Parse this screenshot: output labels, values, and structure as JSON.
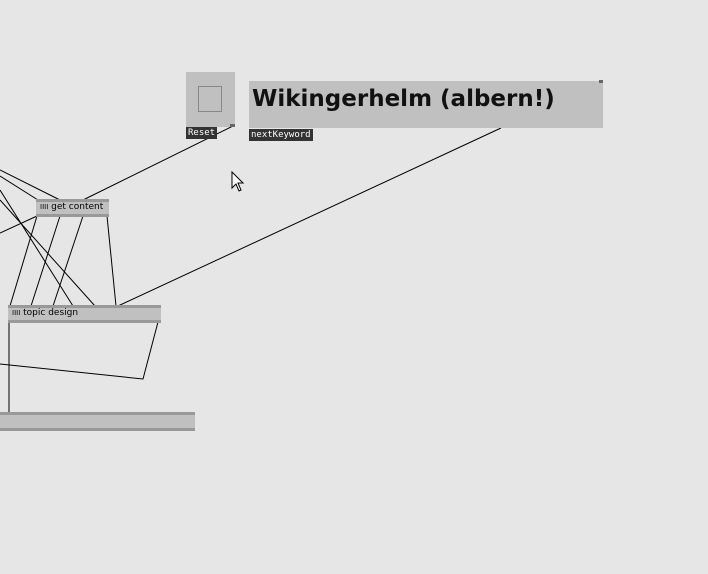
{
  "bang": {
    "label": "Reset"
  },
  "message": {
    "text": "Wikingerhelm (albern!)",
    "label": "nextKeyword"
  },
  "objects": [
    {
      "icon": "IIII",
      "name": "get content"
    },
    {
      "icon": "IIII",
      "name": "topic design"
    }
  ]
}
